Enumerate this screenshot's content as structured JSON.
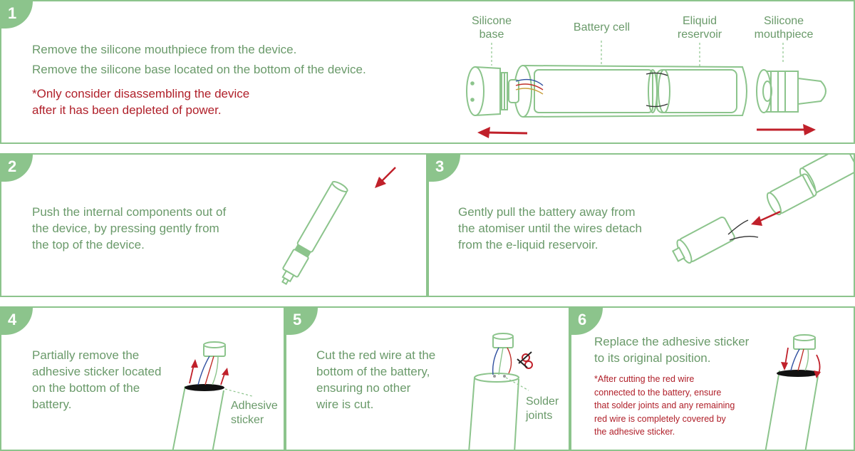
{
  "steps": [
    {
      "number": "1",
      "lines": [
        "Remove the silicone mouthpiece from the device.",
        "Remove the silicone base located on the bottom of the device."
      ],
      "warning": [
        "*Only consider disassembling the device",
        "after it has been depleted of power."
      ],
      "labels": {
        "silicone_base": [
          "Silicone",
          "base"
        ],
        "battery_cell": [
          "Battery cell"
        ],
        "eliquid_reservoir": [
          "Eliquid",
          "reservoir"
        ],
        "silicone_mouthpiece": [
          "Silicone",
          "mouthpiece"
        ]
      }
    },
    {
      "number": "2",
      "lines": [
        "Push the internal components out of",
        "the device, by pressing gently from",
        "the top of the device."
      ]
    },
    {
      "number": "3",
      "lines": [
        "Gently pull the battery away from",
        "the atomiser until the wires detach",
        "from the e-liquid reservoir."
      ]
    },
    {
      "number": "4",
      "lines": [
        "Partially remove the",
        "adhesive sticker located",
        "on the bottom of the",
        "battery."
      ],
      "labels": {
        "adhesive_sticker": [
          "Adhesive",
          "sticker"
        ]
      }
    },
    {
      "number": "5",
      "lines": [
        "Cut the red wire at the",
        "bottom of the battery,",
        "ensuring no other",
        "wire is cut."
      ],
      "labels": {
        "solder_joints": [
          "Solder",
          "joints"
        ]
      }
    },
    {
      "number": "6",
      "lines": [
        "Replace the adhesive sticker",
        "to its original position."
      ],
      "note": [
        "*After cutting the red wire",
        "connected to the battery, ensure",
        "that solder joints and any remaining",
        "red wire is completely covered by",
        "the adhesive sticker."
      ]
    }
  ]
}
